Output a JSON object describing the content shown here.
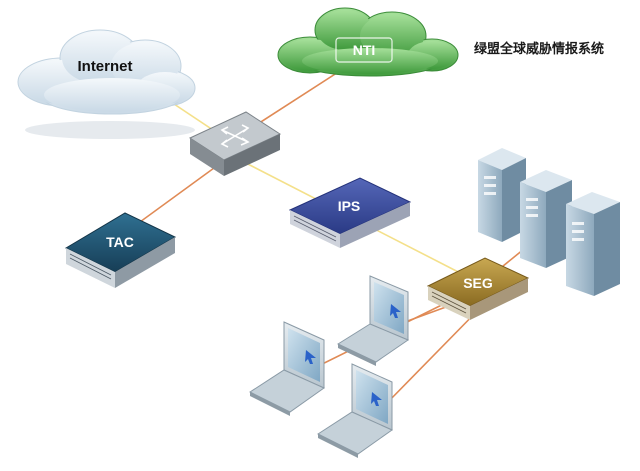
{
  "diagram": {
    "caption": "绿盟全球威胁情报系统",
    "nodes": {
      "internet": {
        "label": "Internet",
        "kind": "cloud"
      },
      "nti": {
        "label": "NTI",
        "kind": "cloud"
      },
      "switch": {
        "label": "",
        "kind": "switch"
      },
      "ips": {
        "label": "IPS",
        "kind": "appliance"
      },
      "tac": {
        "label": "TAC",
        "kind": "appliance"
      },
      "seg": {
        "label": "SEG",
        "kind": "appliance"
      },
      "servers": {
        "label": "",
        "kind": "server-group",
        "count": 3
      },
      "laptops": {
        "label": "",
        "kind": "laptop-group",
        "count": 3
      }
    },
    "colors": {
      "link_orange": "#e08a55",
      "link_yellow": "#f4e08a",
      "nti_cloud": "#6cc56a",
      "internet_cloud": "#dde9f3",
      "ips_blue": "#3a4ea0",
      "tac_teal": "#245a78",
      "seg_gold": "#b08d36",
      "switch_gray": "#8f969c",
      "server_blue": "#9fb8c9"
    }
  }
}
